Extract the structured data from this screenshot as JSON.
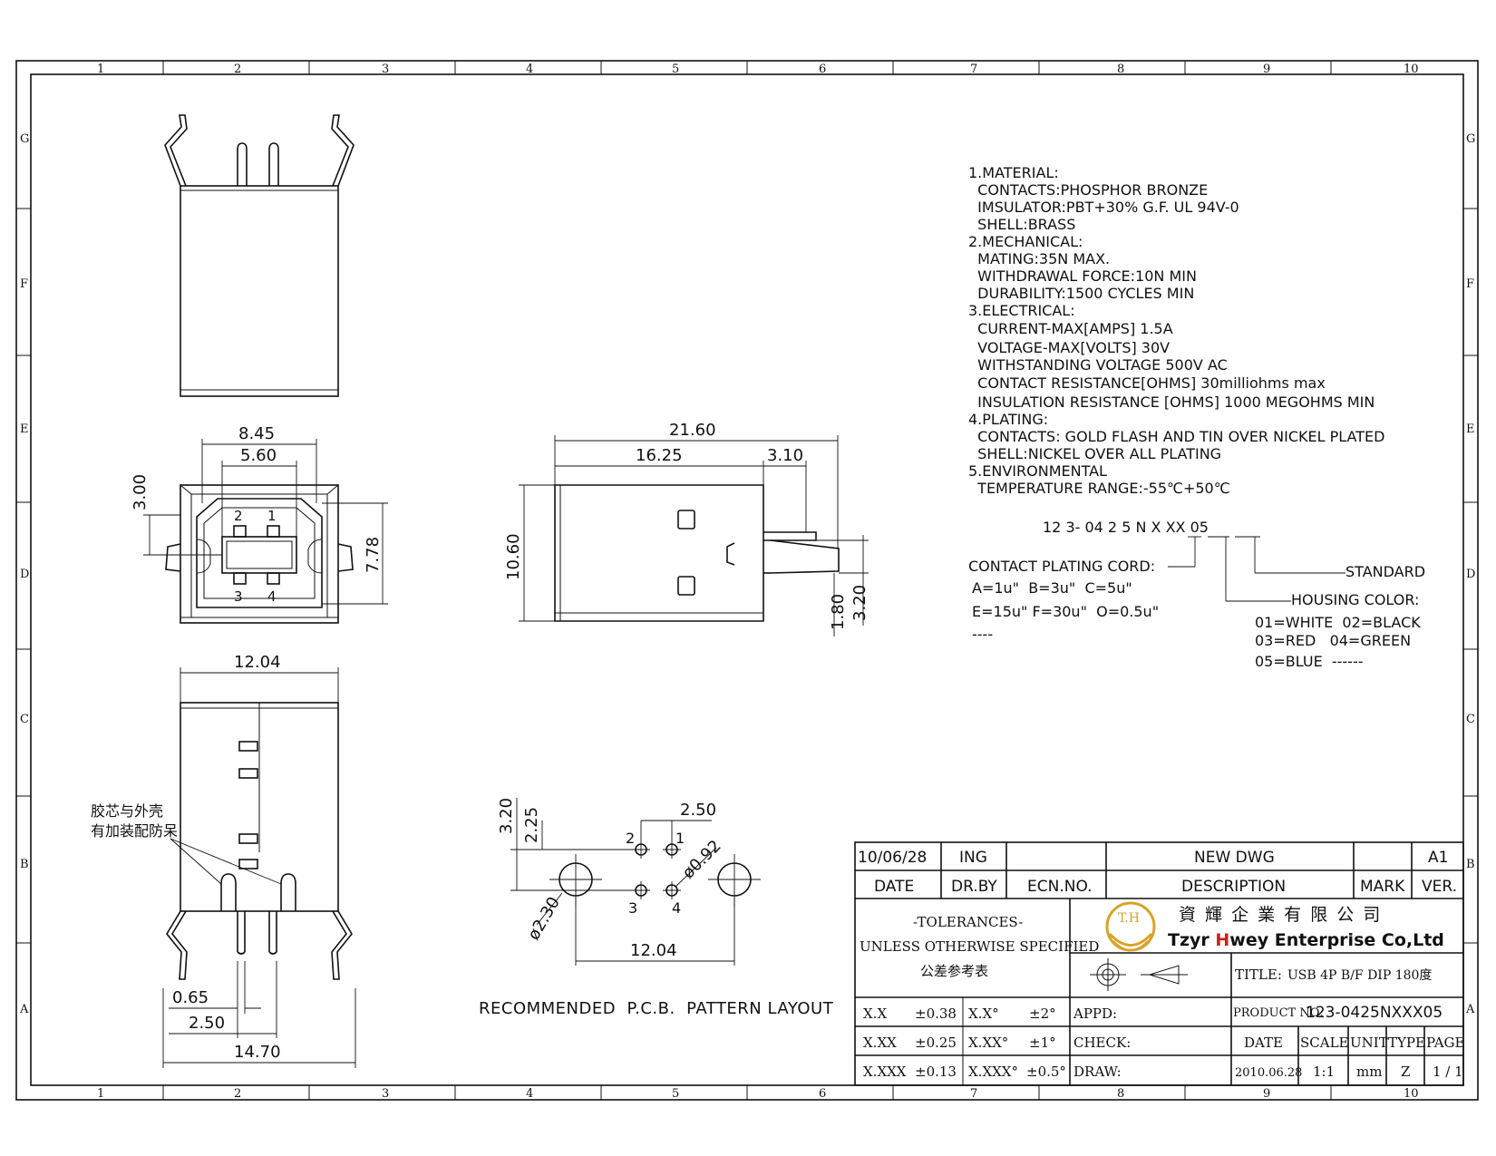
{
  "frame": {
    "col_labels": [
      "1",
      "2",
      "3",
      "4",
      "5",
      "6",
      "7",
      "8",
      "9",
      "10"
    ],
    "row_labels": [
      "G",
      "F",
      "E",
      "D",
      "C",
      "B",
      "A"
    ]
  },
  "notes": [
    "1.MATERIAL:",
    "  CONTACTS:PHOSPHOR BRONZE",
    "  IMSULATOR:PBT+30% G.F. UL 94V-0",
    "  SHELL:BRASS",
    "2.MECHANICAL:",
    "  MATING:35N MAX.",
    "  WITHDRAWAL FORCE:10N MIN",
    "  DURABILITY:1500 CYCLES MIN",
    "3.ELECTRICAL:",
    "  CURRENT-MAX[AMPS] 1.5A",
    "  VOLTAGE-MAX[VOLTS] 30V",
    "  WITHSTANDING VOLTAGE 500V AC",
    "  CONTACT RESISTANCE[OHMS] 30milliohms max",
    "  INSULATION RESISTANCE [OHMS] 1000 MEGOHMS MIN",
    "4.PLATING:",
    "  CONTACTS: GOLD FLASH AND TIN OVER NICKEL PLATED",
    "  SHELL:NICKEL OVER ALL PLATING",
    "5.ENVIRONMENTAL",
    "  TEMPERATURE RANGE:-55℃+50℃"
  ],
  "part_code": {
    "code": "12 3- 04 2 5 N X XX 05",
    "contact_plating_label": "CONTACT PLATING CORD:",
    "plating_line1": "A=1u\"  B=3u\"  C=5u\"",
    "plating_line2": "E=15u\" F=30u\"  O=0.5u\"",
    "plating_dash": "----",
    "standard": "STANDARD",
    "housing_label": "HOUSING COLOR:",
    "color_line1": "01=WHITE  02=BLACK",
    "color_line2": "03=RED   04=GREEN",
    "color_line3": "05=BLUE  ------"
  },
  "dims": {
    "front_845": "8.45",
    "front_560": "5.60",
    "front_300": "3.00",
    "front_778": "7.78",
    "pins": [
      "1",
      "2",
      "3",
      "4"
    ],
    "side_2160": "21.60",
    "side_1625": "16.25",
    "side_310": "3.10",
    "side_1060": "10.60",
    "side_180": "1.80",
    "side_320": "3.20",
    "bottom_1204": "12.04",
    "bottom_065": "0.65",
    "bottom_250": "2.50",
    "bottom_1470": "14.70",
    "pcb_250": "2.50",
    "pcb_320": "3.20",
    "pcb_225": "2.25",
    "pcb_092": "ø0.92",
    "pcb_230": "ø2.30",
    "pcb_1204": "12.04"
  },
  "chinese_note": [
    "胶芯与外壳",
    "有加装配防呆"
  ],
  "pcb_caption": "RECOMMENDED  P.C.B.  PATTERN LAYOUT",
  "title_block": {
    "date_value": "10/06/28",
    "ing": "ING",
    "new_dwg": "NEW DWG",
    "a1": "A1",
    "date_label": "DATE",
    "drby_label": "DR.BY",
    "ecn_label": "ECN.NO.",
    "desc_label": "DESCRIPTION",
    "mark_label": "MARK",
    "ver_label": "VER.",
    "tol_title": "-TOLERANCES-",
    "tol_unless": "UNLESS OTHERWISE SPECIFIED",
    "tol_cn": "公差参考表",
    "logo_text": "T.H",
    "company_cn": "資 輝 企 業 有 限 公 司",
    "company_en_1": "Tzyr ",
    "company_en_h": "H",
    "company_en_2": "wey Enterprise Co,Ltd",
    "title_label": "TITLE:",
    "title_value": "USB 4P B/F DIP 180度",
    "product_label": "PRODUCT NO:",
    "product_value": "123-0425NXXX05",
    "tol_rows": [
      {
        "a": "X.X",
        "b": "±0.38",
        "c": "X.X°",
        "d": "±2°",
        "e": "APPD:"
      },
      {
        "a": "X.XX",
        "b": "±0.25",
        "c": "X.XX°",
        "d": "±1°",
        "e": "CHECK:"
      },
      {
        "a": "X.XXX",
        "b": "±0.13",
        "c": "X.XXX°",
        "d": "±0.5°",
        "e": "DRAW:"
      }
    ],
    "col_headers": [
      "DATE",
      "SCALE",
      "UNIT",
      "TYPE",
      "PAGE"
    ],
    "col_values": [
      "2010.06.28",
      "1:1",
      "mm",
      "Z",
      "1 / 1"
    ]
  },
  "colors": {
    "line": "#111111",
    "logo_gold": "#d9a32a",
    "logo_red": "#cc1f1f"
  }
}
